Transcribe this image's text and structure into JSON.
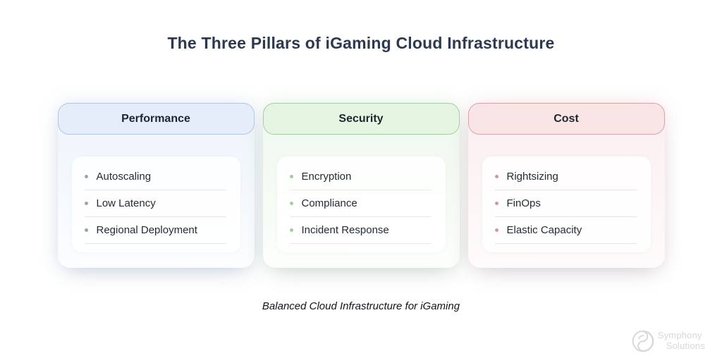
{
  "title": "The Three Pillars of iGaming Cloud Infrastructure",
  "caption": "Balanced Cloud Infrastructure for iGaming",
  "pillars": [
    {
      "label": "Performance",
      "items": [
        "Autoscaling",
        "Low Latency",
        "Regional Deployment"
      ],
      "colors": {
        "pill-bg": "#e4edf9",
        "pill-border": "#b7c7dd",
        "panel-top": "#edf4fb",
        "panel-bottom": "#fcfdff",
        "bullet": "#9aa4b2",
        "divider": "#dfe7f1",
        "glow": "rgba(150,175,215,0.28)"
      }
    },
    {
      "label": "Security",
      "items": [
        "Encryption",
        "Compliance",
        "Incident Response"
      ],
      "colors": {
        "pill-bg": "#e6f5e2",
        "pill-border": "#a6cf9f",
        "panel-top": "#eef8ed",
        "panel-bottom": "#fcfefc",
        "bullet": "#a3cf9c",
        "divider": "#e1efe0",
        "glow": "rgba(150,200,150,0.25)"
      }
    },
    {
      "label": "Cost",
      "items": [
        "Rightsizing",
        "FinOps",
        "Elastic Capacity"
      ],
      "colors": {
        "pill-bg": "#f9e4e6",
        "pill-border": "#d9a5ab",
        "panel-top": "#fbeef0",
        "panel-bottom": "#fefbfb",
        "bullet": "#d099a1",
        "divider": "#f0e0e2",
        "glow": "rgba(215,150,160,0.25)"
      }
    }
  ],
  "watermark": {
    "line1": "Symphony",
    "line2": "Solutions",
    "icon": "symphony-swirl-icon",
    "color": "#d5d8dd"
  }
}
